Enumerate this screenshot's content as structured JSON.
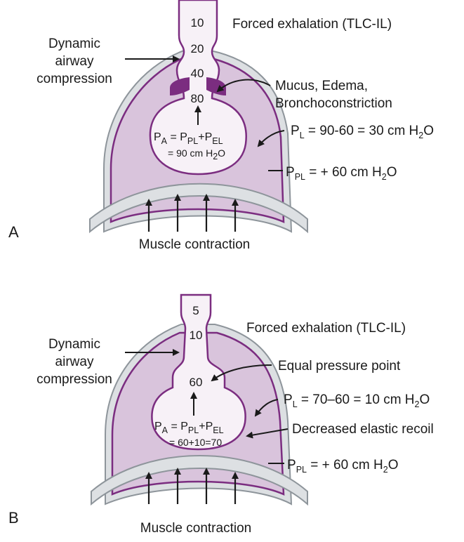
{
  "colors": {
    "pleura_fill": "#dcdfe2",
    "pleura_stroke": "#8e959b",
    "lung_fill": "#d9c4dc",
    "lung_stroke": "#7b2d80",
    "alveolus_fill": "#f7f1f7",
    "obstruction_fill": "#7b2d80",
    "diaphragm_fill": "#dde0e3",
    "text": "#1a1a1a"
  },
  "panel_a": {
    "panel_letter": "A",
    "title": "Forced exhalation (TLC-IL)",
    "compression_label": [
      "Dynamic",
      "airway",
      "compression"
    ],
    "pressures": [
      "10",
      "20",
      "40",
      "80"
    ],
    "obstruction_label": [
      "Mucus, Edema,",
      "Bronchoconstriction"
    ],
    "alveolar_eq": {
      "pa": "P",
      "pa_sub": "A",
      "eq1": " = P",
      "pl_sub": "PL",
      "plus": "+P",
      "el_sub": "EL"
    },
    "alveolar_value": {
      "prefix": "= 90 cm H",
      "sub": "2",
      "suffix": "O"
    },
    "pl_label": {
      "p": "P",
      "sub": "L",
      "text": " = 90-60 = 30 cm H",
      "sub2": "2",
      "end": "O"
    },
    "ppl_label": {
      "p": "P",
      "sub": "PL",
      "text": " = + 60 cm H",
      "sub2": "2",
      "end": "O"
    },
    "muscle_label": "Muscle contraction"
  },
  "panel_b": {
    "panel_letter": "B",
    "title": "Forced exhalation (TLC-IL)",
    "compression_label": [
      "Dynamic",
      "airway",
      "compression"
    ],
    "pressures": [
      "5",
      "10",
      "60"
    ],
    "epp_label": "Equal pressure point",
    "alveolar_eq": {
      "pa": "P",
      "pa_sub": "A",
      "eq1": " = P",
      "pl_sub": "PL",
      "plus": "+P",
      "el_sub": "EL"
    },
    "alveolar_value": "= 60+10=70",
    "pl_label": {
      "p": "P",
      "sub": "L",
      "text": " = 70–60 = 10 cm H",
      "sub2": "2",
      "end": "O"
    },
    "recoil_label": "Decreased elastic recoil",
    "ppl_label": {
      "p": "P",
      "sub": "PL",
      "text": " = + 60 cm H",
      "sub2": "2",
      "end": "O"
    },
    "muscle_label": "Muscle contraction"
  }
}
